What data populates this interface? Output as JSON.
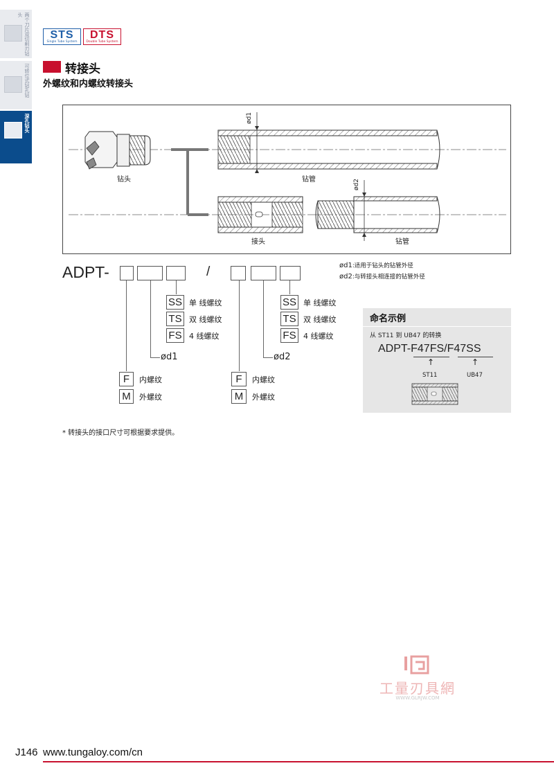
{
  "sidebar": {
    "tabs": [
      {
        "label": "两个刀片双切削刃钻头",
        "active": false
      },
      {
        "label": "可转位式钻孔钻",
        "active": false
      },
      {
        "label": "深孔钻头",
        "active": true
      }
    ]
  },
  "logos": {
    "sts": {
      "title": "STS",
      "subtitle": "Single Tube System",
      "color": "#1f5fa8"
    },
    "dts": {
      "title": "DTS",
      "subtitle": "Double Tube System",
      "color": "#c8102e"
    }
  },
  "header": {
    "title": "转接头",
    "subtitle": "外螺纹和内螺纹转接头",
    "accent_color": "#c8102e"
  },
  "diagram": {
    "drill_head_label": "钻头",
    "drill_tube_label_top": "钻管",
    "adapter_label": "接头",
    "drill_tube_label_bottom": "钻管",
    "d1_label": "ød1",
    "d2_label": "ød2"
  },
  "code": {
    "prefix": "ADPT-",
    "separator": "/",
    "notes": [
      {
        "key": "ød1",
        "text": ":适用于钻头的钻管外径"
      },
      {
        "key": "ød2",
        "text": ":与转接头相连接的钻管外径"
      }
    ],
    "thread_options": [
      {
        "code": "SS",
        "label": "单 线螺纹"
      },
      {
        "code": "TS",
        "label": "双 线螺纹"
      },
      {
        "code": "FS",
        "label": "4  线螺纹"
      }
    ],
    "d1_label": "ød1",
    "d2_label": "ød2",
    "gender_options": [
      {
        "code": "F",
        "label": "内螺纹"
      },
      {
        "code": "M",
        "label": "外螺纹"
      }
    ]
  },
  "example": {
    "title": "命名示例",
    "description": "从 ST11 到 UB47 的转换",
    "code_left": "ADPT-F47FS",
    "code_sep": "/",
    "code_right": "F47SS",
    "arrow_left_label": "ST11",
    "arrow_right_label": "UB47"
  },
  "footnote": "* 转接头的接口尺寸可根据要求提供。",
  "watermark": {
    "title": "工量刃具網",
    "url": "WWW.GLRJW.COM"
  },
  "footer": {
    "page": "J146",
    "url": "www.tungaloy.com/cn"
  }
}
